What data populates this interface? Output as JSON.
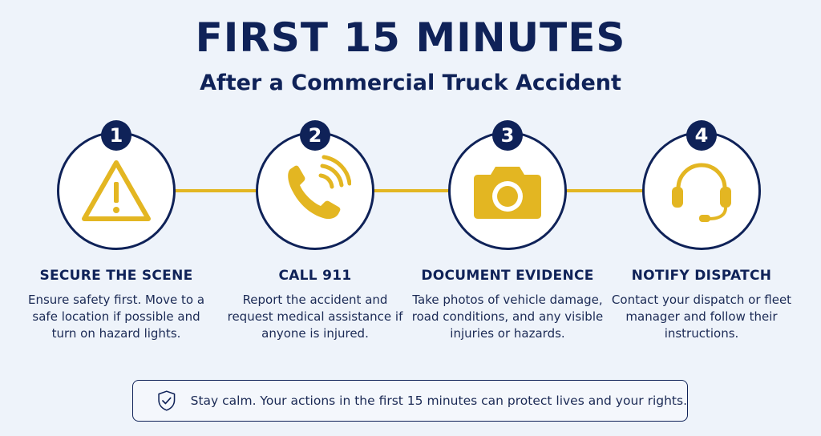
{
  "header": {
    "title": "FIRST 15 MINUTES",
    "subtitle": "After a Commercial Truck Accident"
  },
  "colors": {
    "navy": "#0f2258",
    "gold": "#e3b622",
    "background": "#eef3fa"
  },
  "steps": [
    {
      "number": "1",
      "icon": "warning-triangle-icon",
      "title": "SECURE THE SCENE",
      "description": "Ensure safety first. Move to a safe location if possible and turn on hazard lights."
    },
    {
      "number": "2",
      "icon": "phone-icon",
      "title": "CALL 911",
      "description": "Report the accident and request medical assistance if anyone is injured."
    },
    {
      "number": "3",
      "icon": "camera-icon",
      "title": "DOCUMENT EVIDENCE",
      "description": "Take photos of vehicle damage, road conditions, and any visible injuries or hazards."
    },
    {
      "number": "4",
      "icon": "headset-icon",
      "title": "NOTIFY DISPATCH",
      "description": "Contact your dispatch or fleet manager and follow their instructions."
    }
  ],
  "note": {
    "icon": "shield-check-icon",
    "text": "Stay calm. Your actions in the first 15 minutes can protect lives and your rights."
  }
}
